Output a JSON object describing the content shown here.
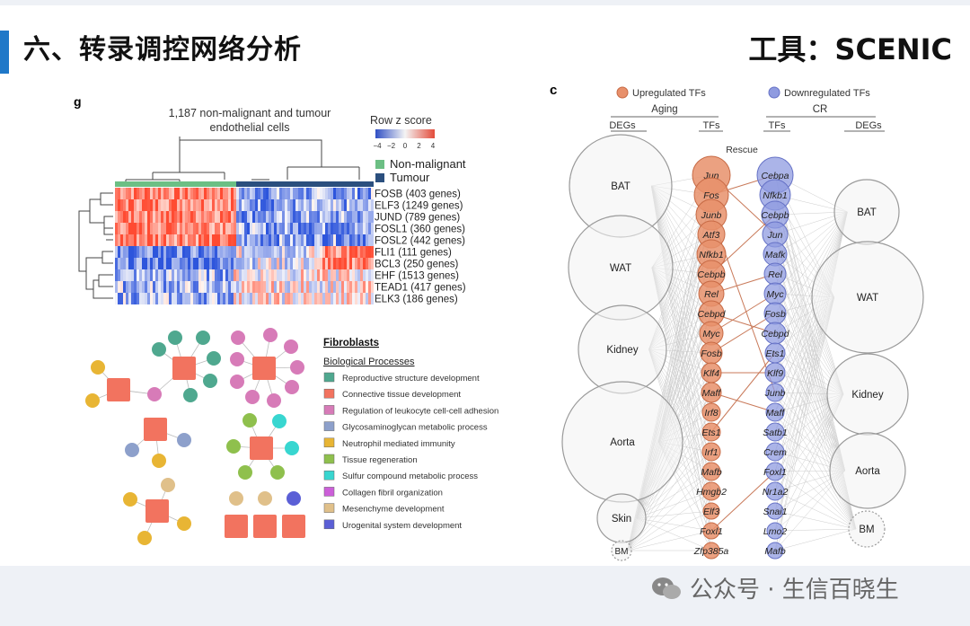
{
  "slide": {
    "title": "六、转录调控网络分析",
    "tool": "工具：SCENIC",
    "watermark": "公众号 · 生信百晓生"
  },
  "panel_g": {
    "label": "g",
    "header_line1": "1,187 non-malignant and tumour",
    "header_line2": "endothelial cells",
    "zscore_title": "Row z score",
    "zscore_ticks": [
      "−4",
      "−2",
      "0",
      "2",
      "4"
    ],
    "legend": [
      {
        "label": "Non-malignant",
        "color": "#6cbf84"
      },
      {
        "label": "Tumour",
        "color": "#2b4f7e"
      }
    ],
    "rows": [
      "FOSB (403 genes)",
      "ELF3 (1249 genes)",
      "JUND (789 genes)",
      "FOSL1 (360 genes)",
      "FOSL2 (442 genes)",
      "FLI1 (111 genes)",
      "BCL3 (250 genes)",
      "EHF (1513 genes)",
      "TEAD1 (417 genes)",
      "ELK3 (186 genes)"
    ]
  },
  "network": {
    "heading": "Fibroblasts",
    "subheading": "Biological Processes",
    "processes": [
      {
        "label": "Reproductive structure development",
        "color": "#4fa88f"
      },
      {
        "label": "Connective tissue development",
        "color": "#f2735f"
      },
      {
        "label": "Regulation of leukocyte cell-cell adhesion",
        "color": "#d77bb8"
      },
      {
        "label": "Glycosaminoglycan metabolic process",
        "color": "#8da0cb"
      },
      {
        "label": "Neutrophil mediated immunity",
        "color": "#e8b534"
      },
      {
        "label": "Tissue regeneration",
        "color": "#8fc04d"
      },
      {
        "label": "Sulfur compound metabolic process",
        "color": "#38d6d0"
      },
      {
        "label": "Collagen fibril organization",
        "color": "#cc5fd9"
      },
      {
        "label": "Mesenchyme development",
        "color": "#e0c08a"
      },
      {
        "label": "Urogenital system development",
        "color": "#5b5fd6"
      }
    ]
  },
  "panel_c": {
    "label": "c",
    "up_legend": "Upregulated TFs",
    "down_legend": "Downregulated TFs",
    "aging": "Aging",
    "cr": "CR",
    "col_degs_left": "DEGs",
    "col_tfs_left": "TFs",
    "col_tfs_right": "TFs",
    "col_degs_right": "DEGs",
    "rescue": "Rescue",
    "left_tissues": [
      "BAT",
      "WAT",
      "Kidney",
      "Aorta",
      "Skin",
      "BM"
    ],
    "right_tissues": [
      "BAT",
      "WAT",
      "Kidney",
      "Aorta",
      "BM"
    ],
    "up_tfs": [
      "Jun",
      "Fos",
      "Junb",
      "Atf3",
      "Nfkb1",
      "Cebpb",
      "Rel",
      "Cebpd",
      "Myc",
      "Fosb",
      "Klf4",
      "Maff",
      "Irf8",
      "Ets1",
      "Irf1",
      "Mafb",
      "Hmgb2",
      "Elf3",
      "Foxl1",
      "Zfp385a"
    ],
    "down_tfs": [
      "Cebpa",
      "Nfkb1",
      "Cebpb",
      "Jun",
      "Mafk",
      "Rel",
      "Myc",
      "Fosb",
      "Cebpd",
      "Ets1",
      "Klf9",
      "Junb",
      "Maff",
      "Satb1",
      "Crem",
      "Foxl1",
      "Nr1a2",
      "Snai1",
      "Lmo2",
      "Mafb"
    ],
    "up_color": "#e8906b",
    "down_color": "#8f9be0"
  }
}
